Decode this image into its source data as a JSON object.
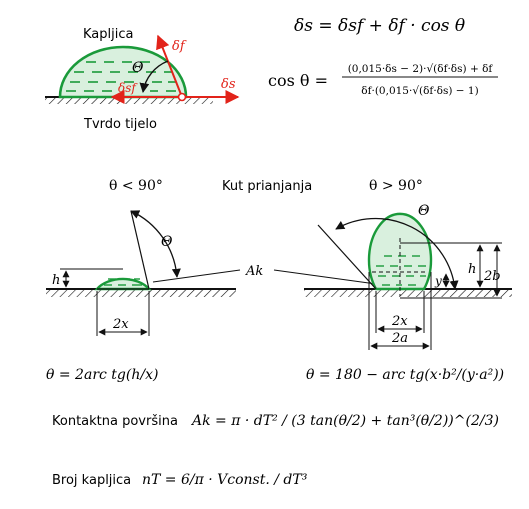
{
  "colors": {
    "drop_fill": "#d9f0de",
    "drop_stroke": "#1a9a3a",
    "red": "#e2231a",
    "ink": "#111111"
  },
  "top": {
    "label_drop": "Kapljica",
    "label_solid": "Tvrdo tijelo",
    "sym_df": "δf",
    "sym_ds": "δs",
    "sym_dsf": "δsf",
    "sym_theta": "Θ"
  },
  "equations": {
    "young": "δs = δsf + δf · cos θ",
    "cos_lhs": "cos θ =",
    "cos_num": "(0,015·δs − 2)·√(δf·δs) + δf",
    "cos_den": "δf·(0,015·√(δf·δs) − 1)"
  },
  "middle": {
    "left_cond": "θ < 90°",
    "title": "Kut prianjanja",
    "right_cond": "θ > 90°",
    "theta_left": "Θ",
    "theta_right": "Θ",
    "ak": "Ak",
    "h_left": "h",
    "two_x_left": "2x",
    "h_right": "h",
    "two_b": "2b",
    "y_label": "y",
    "two_x_right": "2x",
    "two_a": "2a"
  },
  "formulas": {
    "theta_left": "θ = 2arc tg(h/x)",
    "theta_right": "θ = 180 − arc tg(x·b²/(y·a²))"
  },
  "bottom": {
    "contact_label": "Kontaktna površina",
    "contact_formula": "Ak = π · dT² / (3 tan(θ/2) + tan³(θ/2))^(2/3)",
    "count_label": "Broj kapljica",
    "count_formula": "nT = 6/π · Vconst. / dT³"
  }
}
